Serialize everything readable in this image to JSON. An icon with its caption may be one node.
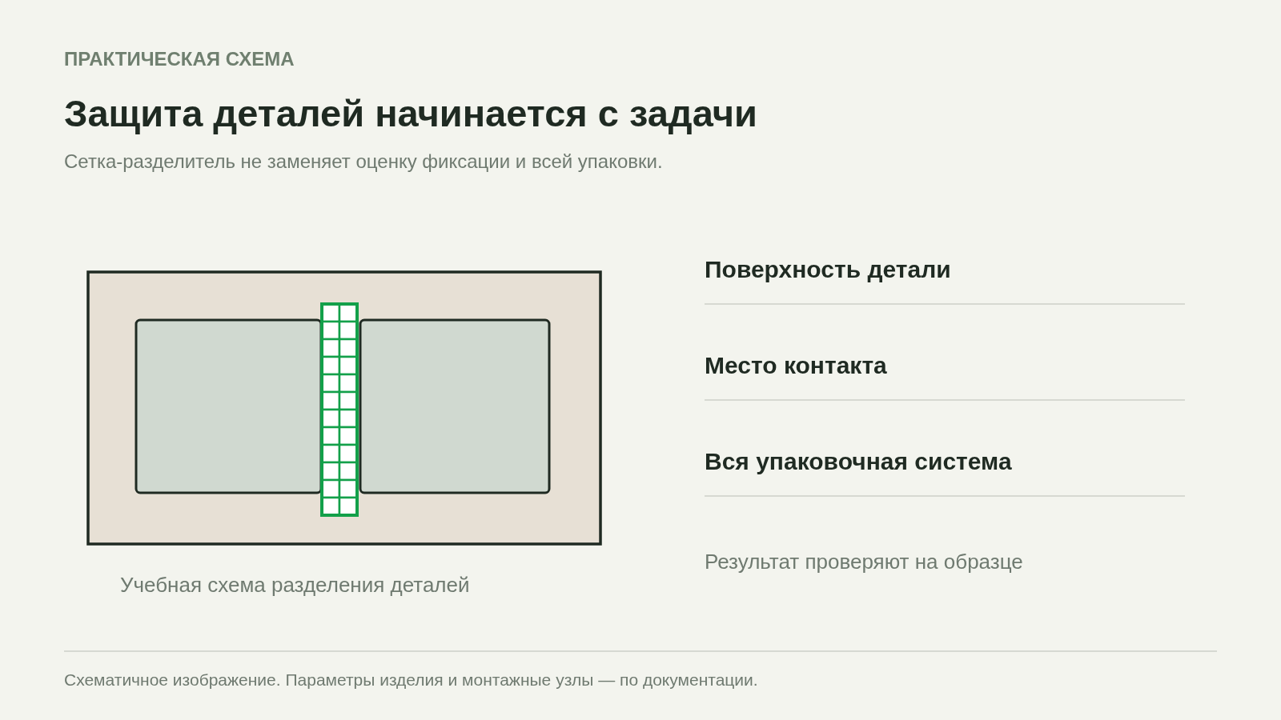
{
  "diagram": {
    "title": "Защита деталей начинается с задачи",
    "caption": "Учебная схема разделения деталей",
    "labels": [
      "ПРАКТИЧЕСКАЯ СХЕМА",
      "Сетка-разделитель не заменяет оценку фиксации и всей упаковки.",
      "Поверхность детали",
      "Место контакта",
      "Вся упаковочная система",
      "Результат проверяют на образце",
      "Схематичное изображение. Параметры изделия и монтажные узлы — по документации."
    ]
  }
}
